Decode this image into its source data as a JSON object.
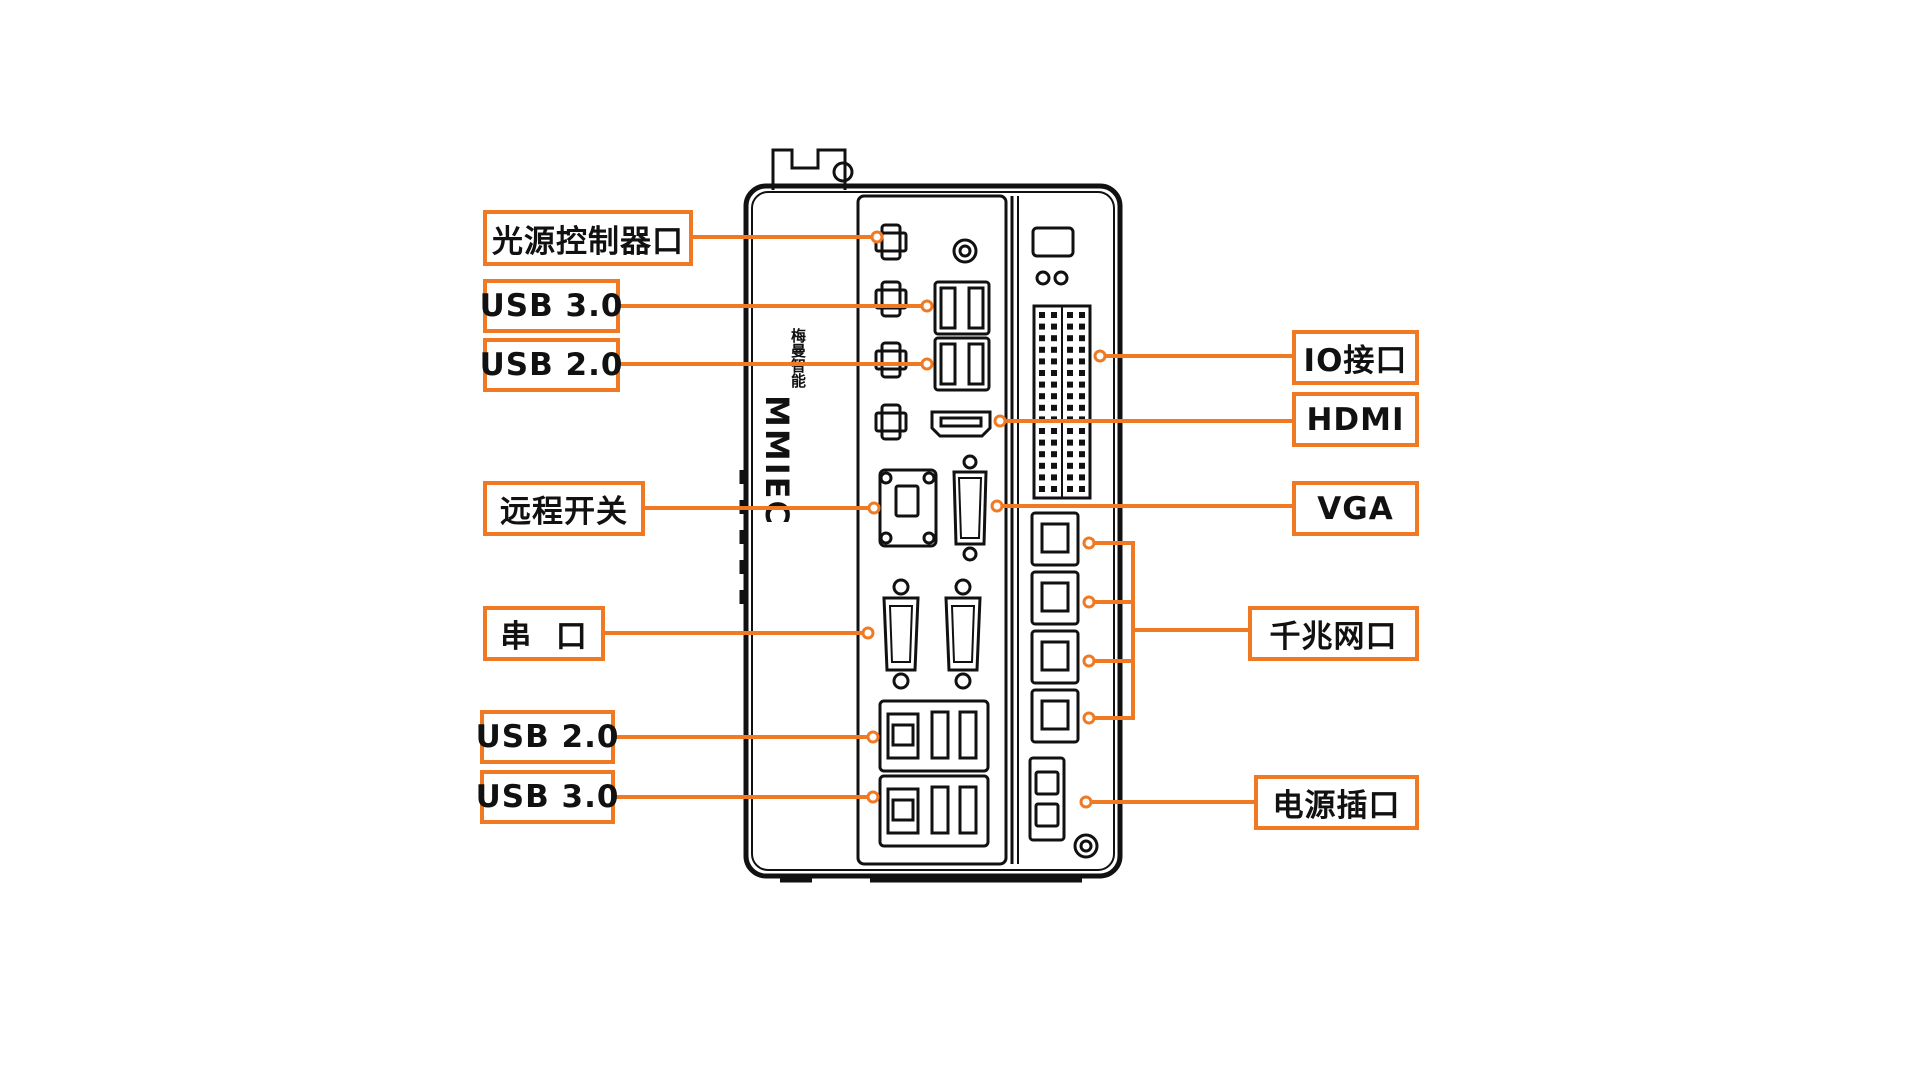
{
  "diagram": {
    "accent_color": "#f07a23",
    "outline_color": "#111111",
    "brand": {
      "logo_text": "MMIEC",
      "company_name": "梅曼智能"
    },
    "left_labels": [
      {
        "id": "light-source-control",
        "text": "光源控制器口"
      },
      {
        "id": "usb3-top",
        "text": "USB 3.0"
      },
      {
        "id": "usb2-top",
        "text": "USB 2.0"
      },
      {
        "id": "remote-switch",
        "text": "远程开关"
      },
      {
        "id": "serial-port",
        "text": "串  口"
      },
      {
        "id": "usb2-bottom",
        "text": "USB 2.0"
      },
      {
        "id": "usb3-bottom",
        "text": "USB 3.0"
      }
    ],
    "right_labels": [
      {
        "id": "io-port",
        "text": "IO接口"
      },
      {
        "id": "hdmi",
        "text": "HDMI"
      },
      {
        "id": "vga",
        "text": "VGA"
      },
      {
        "id": "gigabit-ethernet",
        "text": "千兆网口"
      },
      {
        "id": "power-socket",
        "text": "电源插口"
      }
    ]
  }
}
